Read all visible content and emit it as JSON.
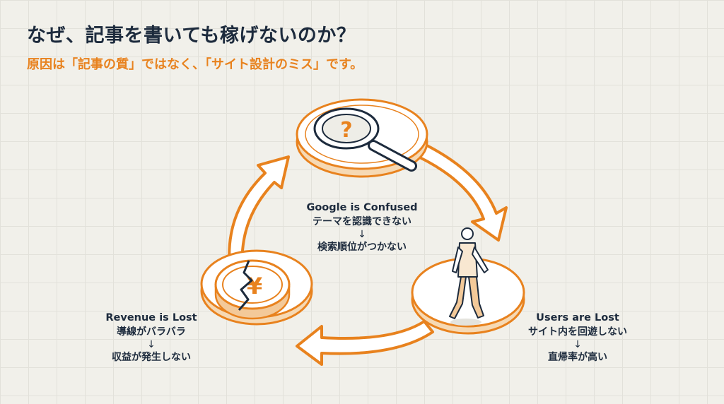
{
  "title": "なぜ、記事を書いても稼げないのか？",
  "subtitle": "原因は「記事の質」ではなく、「サイト設計のミス」です。",
  "colors": {
    "accent": "#e8821e",
    "ink": "#1d2b3d",
    "background": "#f1f0ea"
  },
  "nodes": [
    {
      "id": "google",
      "icon": "magnifier-question-icon",
      "title": "Google is Confused",
      "line1": "テーマを認識できない",
      "arrow": "↓",
      "line2": "検索順位がつかない"
    },
    {
      "id": "users",
      "icon": "walking-man-icon",
      "title": "Users are Lost",
      "line1": "サイト内を回遊しない",
      "arrow": "↓",
      "line2": "直帰率が高い"
    },
    {
      "id": "revenue",
      "icon": "broken-yen-coin-icon",
      "title": "Revenue is Lost",
      "line1": "導線がバラバラ",
      "arrow": "↓",
      "line2": "収益が発生しない"
    }
  ]
}
